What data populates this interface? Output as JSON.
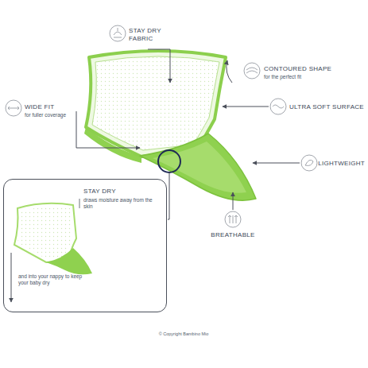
{
  "diagram": {
    "nodes": [
      {
        "text": [
          "STAY DRY",
          "draws moisture away from the skin",
          "and into your nappy to keep your baby dry"
        ]
      }
    ],
    "labels": [
      "STAY DRY FABRIC",
      "CONTOURED SHAPE",
      "for the perfect fit",
      "ULTRA SOFT SURFACE",
      "LIGHTWEIGHT",
      "BREATHABLE",
      "WIDE FIT",
      "for fuller coverage",
      "© Copyright Bambino Mio"
    ]
  }
}
